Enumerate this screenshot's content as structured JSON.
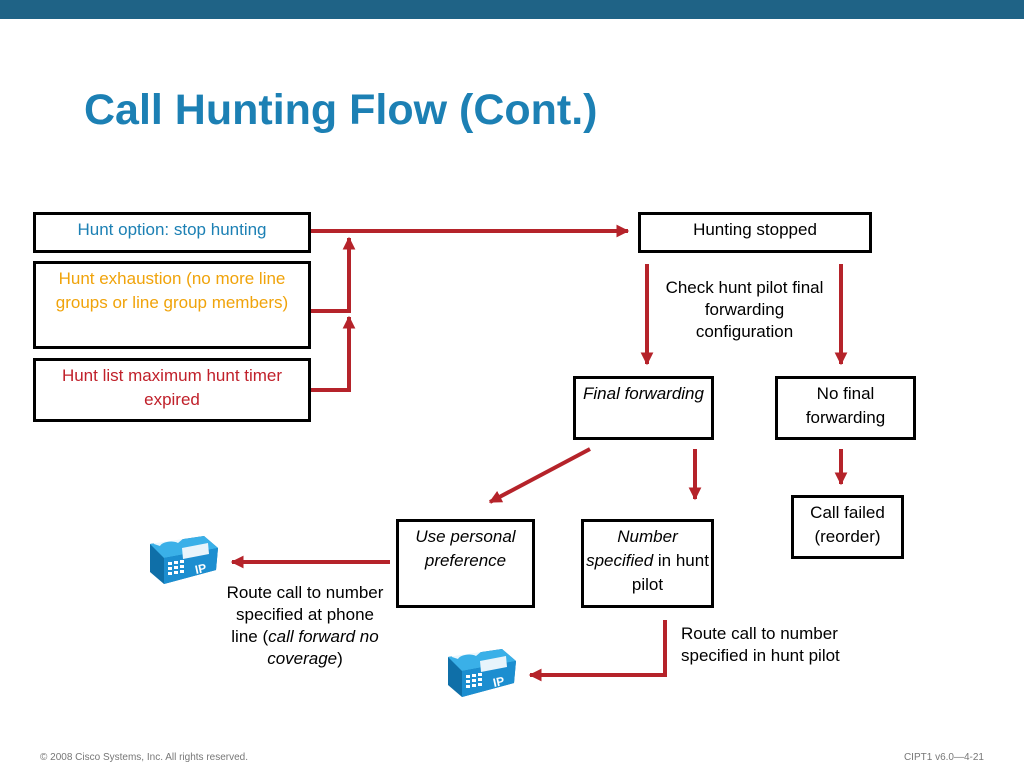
{
  "title": "Call Hunting Flow (Cont.)",
  "boxes": {
    "stop_hunting": "Hunt option: stop hunting",
    "exhaustion": "Hunt exhaustion (no more line groups or line group members)",
    "timer_expired": "Hunt list maximum hunt timer expired",
    "hunting_stopped": "Hunting stopped",
    "final_forwarding": "Final forwarding",
    "no_final_forwarding": "No final forwarding",
    "call_failed": "Call failed (reorder)",
    "use_personal": "Use personal preference",
    "number_specified_italic": "Number specified",
    "number_specified_rest": " in hunt pilot"
  },
  "notes": {
    "check_pilot": "Check hunt pilot final forwarding configuration",
    "route_phone_line_prefix": "Route call to number specified at phone line (",
    "route_phone_line_italic": "call forward no coverage",
    "route_phone_line_suffix": ")",
    "route_hunt_pilot": "Route call to number specified in hunt pilot"
  },
  "footer": {
    "copyright": "© 2008 Cisco Systems, Inc. All rights reserved.",
    "course": "CIPT1 v6.0—4-21"
  },
  "icons": {
    "phone": "ip-phone-icon",
    "phone_label": "IP"
  },
  "colors": {
    "header_bar": "#1f6386",
    "title": "#1c80b4",
    "arrow": "#b5232a",
    "blue_text": "#1c80b4",
    "orange_text": "#f0a30a",
    "red_text": "#c0202a",
    "phone": "#1c8ed0"
  }
}
